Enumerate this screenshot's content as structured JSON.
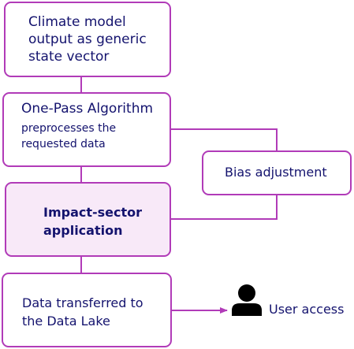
{
  "boxes": {
    "climate_model": {
      "line1": "Climate model",
      "line2": "output as generic",
      "line3": "state vector"
    },
    "one_pass": {
      "title": "One-Pass Algorithm",
      "line1": "preprocesses the",
      "line2": "requested data"
    },
    "impact_sector": {
      "line1": "Impact-sector",
      "line2": "application"
    },
    "data_transfer": {
      "line1": "Data transferred to",
      "line2": "the Data Lake"
    },
    "bias_adjustment": {
      "label": "Bias adjustment"
    }
  },
  "user_access": {
    "label": "User access",
    "icon": "user-icon"
  },
  "colors": {
    "border": "#b13bb8",
    "text": "#14136e",
    "highlight_fill": "#f8e9f8",
    "icon": "#000000"
  }
}
